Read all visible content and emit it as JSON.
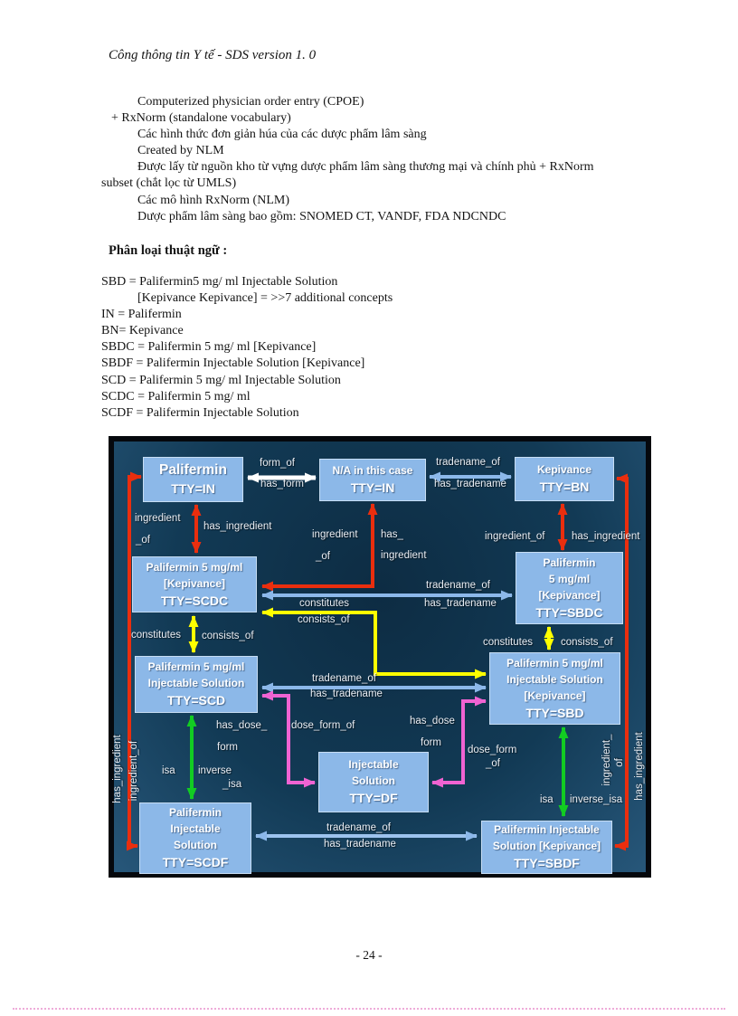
{
  "header": {
    "title": "Công thông tin Y tế - SDS version 1. 0"
  },
  "intro": {
    "lines": [
      "Computerized  physician  order entry (CPOE)",
      "+ RxNorm (standalone vocabulary)",
      "Các hình thức đơn giản húa của các dược phẩm lâm sàng",
      "Created by NLM",
      "Được lấy từ nguồn kho từ vựng dược phẩm lâm sàng thương mại và chính phủ  + RxNorm",
      "subset (chắt lọc từ UMLS)",
      "Các mô hình  RxNorm (NLM)",
      "Dược phẩm lâm sàng bao gồm:  SNOMED CT, VANDF, FDA NDCNDC"
    ]
  },
  "terms": {
    "heading": "Phân loại thuật ngữ :",
    "lines": [
      "SBD = Palifermin5  mg/ ml Injectable Solution",
      "[Kepivance Kepivance]  = >>7 additional  concepts",
      "IN = Palifermin",
      "BN= Kepivance",
      "SBDC = Palifermin  5 mg/ ml  [Kepivance]",
      "SBDF  = Palifermin  Injectable Solution  [Kepivance]",
      "SCD = Palifermin  5 mg/ ml Injectable  Solution",
      "SCDC = Palifermin  5 mg/ ml",
      "SCDF = Palifermin  Injectable Solution"
    ]
  },
  "diagram": {
    "colors": {
      "background": "#123a55",
      "frame": "#05080d",
      "node_fill": "#8cb8e8",
      "node_text": "#ffffff",
      "arrow_red": "#ea2e0e",
      "arrow_yellow": "#ffff00",
      "arrow_green": "#12cc22",
      "arrow_pink": "#f063d2",
      "arrow_blue": "#8cb8ea",
      "arrow_white": "#ffffff"
    },
    "nodes": {
      "in": {
        "l1": "Palifermin",
        "tty": "TTY=IN"
      },
      "na": {
        "l1": "N/A in this case",
        "tty": "TTY=IN"
      },
      "bn": {
        "l1": "Kepivance",
        "tty": "TTY=BN"
      },
      "scdc": {
        "l1": "Palifermin 5 mg/ml",
        "l2": "[Kepivance]",
        "tty": "TTY=SCDC"
      },
      "sbdc": {
        "l1": "Palifermin",
        "l2": "5 mg/ml",
        "l3": "[Kepivance]",
        "tty": "TTY=SBDC"
      },
      "scd": {
        "l1": "Palifermin 5 mg/ml",
        "l2": "Injectable Solution",
        "tty": "TTY=SCD"
      },
      "sbd": {
        "l1": "Palifermin 5 mg/ml",
        "l2": "Injectable Solution",
        "l3": "[Kepivance]",
        "tty": "TTY=SBD"
      },
      "df": {
        "l1": "Injectable",
        "l2": "Solution",
        "tty": "TTY=DF"
      },
      "scdf": {
        "l1": "Palifermin",
        "l2": "Injectable",
        "l3": "Solution",
        "tty": "TTY=SCDF"
      },
      "sbdf": {
        "l1": "Palifermin Injectable",
        "l2": "Solution [Kepivance]",
        "tty": "TTY=SBDF"
      }
    },
    "rel": {
      "form_of": "form_of",
      "has_form": "has_form",
      "tradename_of": "tradename_of",
      "has_tradename": "has_tradename",
      "ingredient": "ingredient",
      "_of": "_of",
      "has_": "has_",
      "ingredient_of": "ingredient_of",
      "has_ingredient": "has_ingredient",
      "constitutes": "constitutes",
      "consists_of": "consists_of",
      "has_dose_": "has_dose_",
      "form": "form",
      "dose_form_of": "dose_form_of",
      "has_dose": "has_dose",
      "dose_form": "dose_form",
      "isa": "isa",
      "inverse": "inverse",
      "_isa": "_isa",
      "inverse_isa": "inverse_isa",
      "ingredient_": "ingredient_",
      "of": "of"
    }
  },
  "footer": {
    "page_number": "- 24 -"
  }
}
